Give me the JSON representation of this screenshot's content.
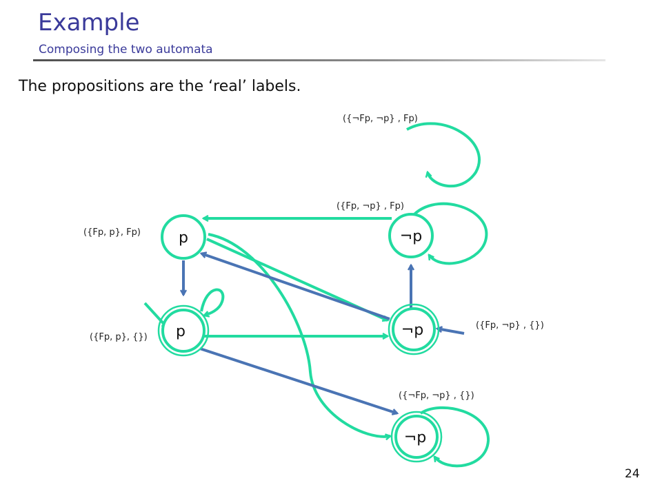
{
  "slide": {
    "title": "Example",
    "subtitle": "Composing the two automata",
    "body": "The propositions are the ‘real’ labels.",
    "page_number": "24"
  },
  "diagram": {
    "colors": {
      "teal": "#22dba0",
      "blue": "#4a74b4",
      "node_fill": "#ffffff",
      "text": "#111111"
    },
    "states": {
      "p_top": "p",
      "notp_top": "¬p",
      "p_bottom": "p",
      "notp_middle": "¬p",
      "notp_bottom": "¬p"
    },
    "labels": {
      "top_loop": "({¬Fp, ¬p} , Fp)",
      "notp_top": "({Fp, ¬p} , Fp)",
      "p_top": "({Fp, p}, Fp)",
      "p_bottom": "({Fp, p}, {})",
      "notp_middle": "({Fp, ¬p} , {})",
      "notp_bottom": "({¬Fp, ¬p} , {})"
    }
  }
}
